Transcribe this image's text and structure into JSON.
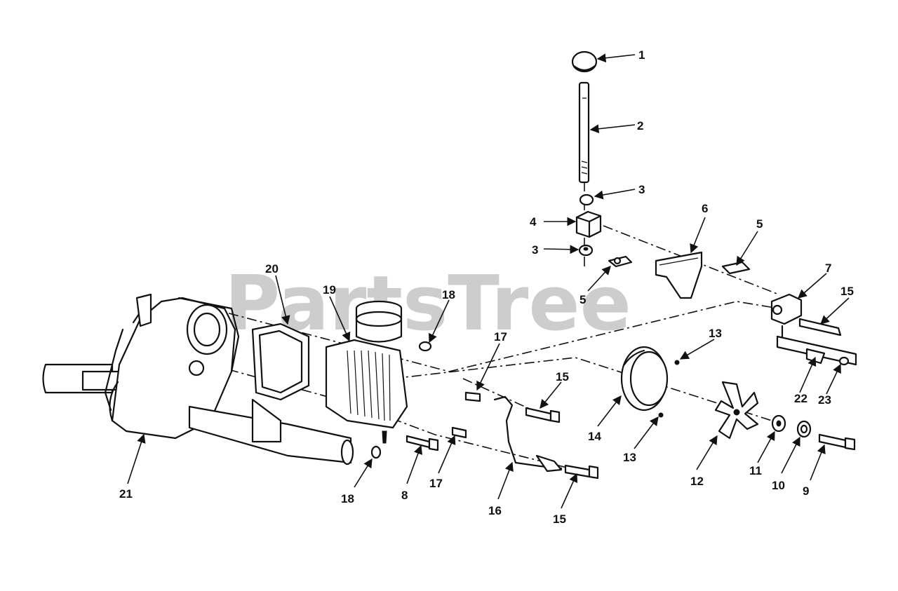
{
  "watermark": "PartsTree",
  "callouts": [
    {
      "id": "c1",
      "label": "1"
    },
    {
      "id": "c2",
      "label": "2"
    },
    {
      "id": "c3a",
      "label": "3"
    },
    {
      "id": "c3b",
      "label": "3"
    },
    {
      "id": "c4",
      "label": "4"
    },
    {
      "id": "c5a",
      "label": "5"
    },
    {
      "id": "c5b",
      "label": "5"
    },
    {
      "id": "c6",
      "label": "6"
    },
    {
      "id": "c7",
      "label": "7"
    },
    {
      "id": "c8",
      "label": "8"
    },
    {
      "id": "c9",
      "label": "9"
    },
    {
      "id": "c10",
      "label": "10"
    },
    {
      "id": "c11",
      "label": "11"
    },
    {
      "id": "c12",
      "label": "12"
    },
    {
      "id": "c13a",
      "label": "13"
    },
    {
      "id": "c13b",
      "label": "13"
    },
    {
      "id": "c14",
      "label": "14"
    },
    {
      "id": "c15a",
      "label": "15"
    },
    {
      "id": "c15b",
      "label": "15"
    },
    {
      "id": "c15c",
      "label": "15"
    },
    {
      "id": "c16",
      "label": "16"
    },
    {
      "id": "c17a",
      "label": "17"
    },
    {
      "id": "c17b",
      "label": "17"
    },
    {
      "id": "c18a",
      "label": "18"
    },
    {
      "id": "c18b",
      "label": "18"
    },
    {
      "id": "c19",
      "label": "19"
    },
    {
      "id": "c20",
      "label": "20"
    },
    {
      "id": "c21",
      "label": "21"
    },
    {
      "id": "c22",
      "label": "22"
    },
    {
      "id": "c23",
      "label": "23"
    }
  ]
}
